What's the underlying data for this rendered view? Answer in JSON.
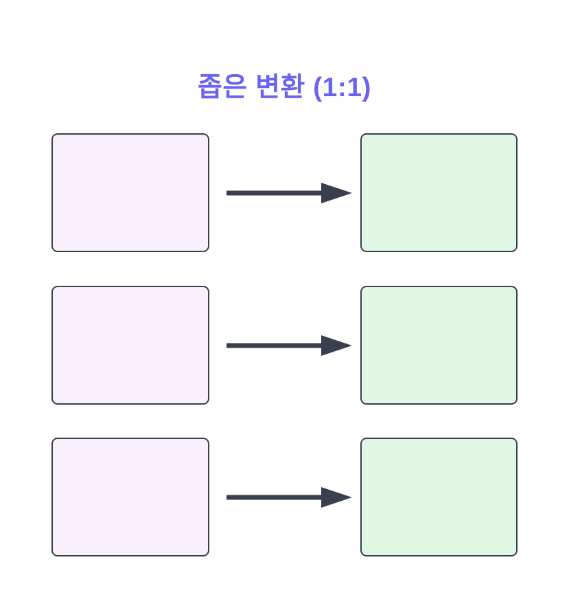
{
  "title": {
    "text": "좁은 변환 (1:1)"
  },
  "diagram": {
    "type": "one-to-one-mapping",
    "pair_count": 3,
    "pairs": [
      {
        "source_label": "",
        "target_label": ""
      },
      {
        "source_label": "",
        "target_label": ""
      },
      {
        "source_label": "",
        "target_label": ""
      }
    ]
  },
  "colors": {
    "title": "#6A63F0",
    "source_fill": "#F9F0FB",
    "target_fill": "#DFF7E3",
    "border": "#3A3F4D",
    "arrow": "#3A3F4D",
    "background": "#FFFFFF"
  }
}
